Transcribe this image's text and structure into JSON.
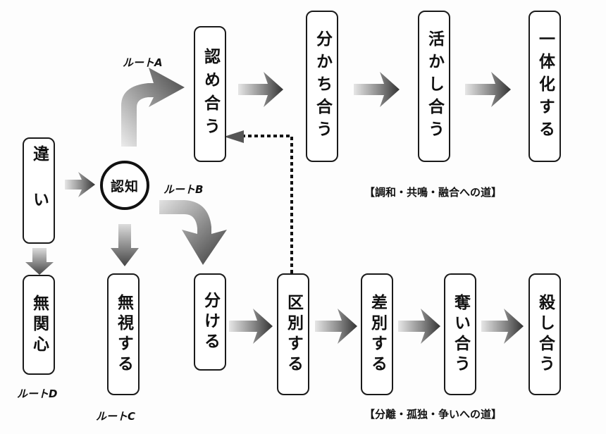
{
  "nodes": {
    "chigai": "違い",
    "muzukan": "無関心",
    "ninchi": "認知",
    "mushi": "無視する",
    "mitomeau": "認め合う",
    "wakachiau": "分かち合う",
    "ikashiau": "活かし合う",
    "ittaika": "一体化する",
    "wakeru": "分ける",
    "kubetsu": "区別する",
    "sabetsu": "差別する",
    "ubaiau": "奪い合う",
    "koroshiau": "殺し合う"
  },
  "routes": {
    "a": "ルートA",
    "b": "ルートB",
    "c": "ルートC",
    "d": "ルートD"
  },
  "captions": {
    "upper": "【調和・共鳴・融合への道】",
    "lower": "【分離・孤独・争いへの道】"
  },
  "colors": {
    "arrow_dark": "#3a3a3a",
    "arrow_light": "#e4e4e4",
    "border": "#1a1a1a"
  }
}
